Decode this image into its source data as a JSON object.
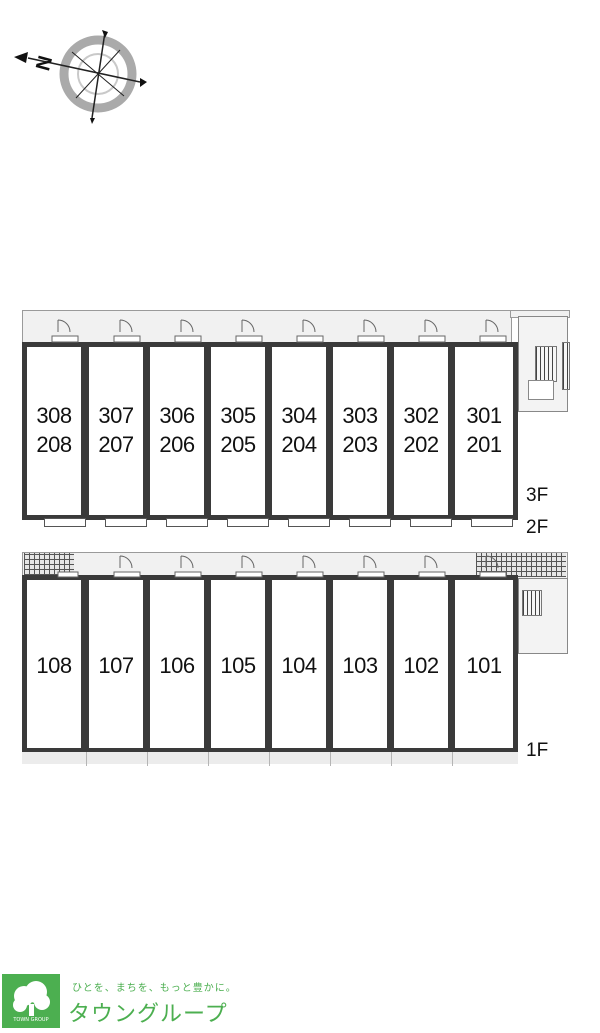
{
  "compass": {
    "north_label": "N",
    "icon": "compass-rose-icon"
  },
  "floors": {
    "upper": {
      "floor_labels": [
        "3F",
        "2F"
      ],
      "units": [
        {
          "top": "308",
          "bottom": "208"
        },
        {
          "top": "307",
          "bottom": "207"
        },
        {
          "top": "306",
          "bottom": "206"
        },
        {
          "top": "305",
          "bottom": "205"
        },
        {
          "top": "304",
          "bottom": "204"
        },
        {
          "top": "303",
          "bottom": "203"
        },
        {
          "top": "302",
          "bottom": "202"
        },
        {
          "top": "301",
          "bottom": "201"
        }
      ]
    },
    "ground": {
      "floor_label": "1F",
      "units": [
        "108",
        "107",
        "106",
        "105",
        "104",
        "103",
        "102",
        "101"
      ]
    }
  },
  "brand": {
    "tagline": "ひとを、まちを、もっと豊かに。",
    "name": "タウングループ",
    "mark_label": "TOWN GROUP",
    "color": "#4caf50",
    "icon": "tree-logo-icon"
  },
  "colors": {
    "wall": "#3a3a3a",
    "corridor": "#f1f1f1",
    "brand": "#4caf50"
  }
}
